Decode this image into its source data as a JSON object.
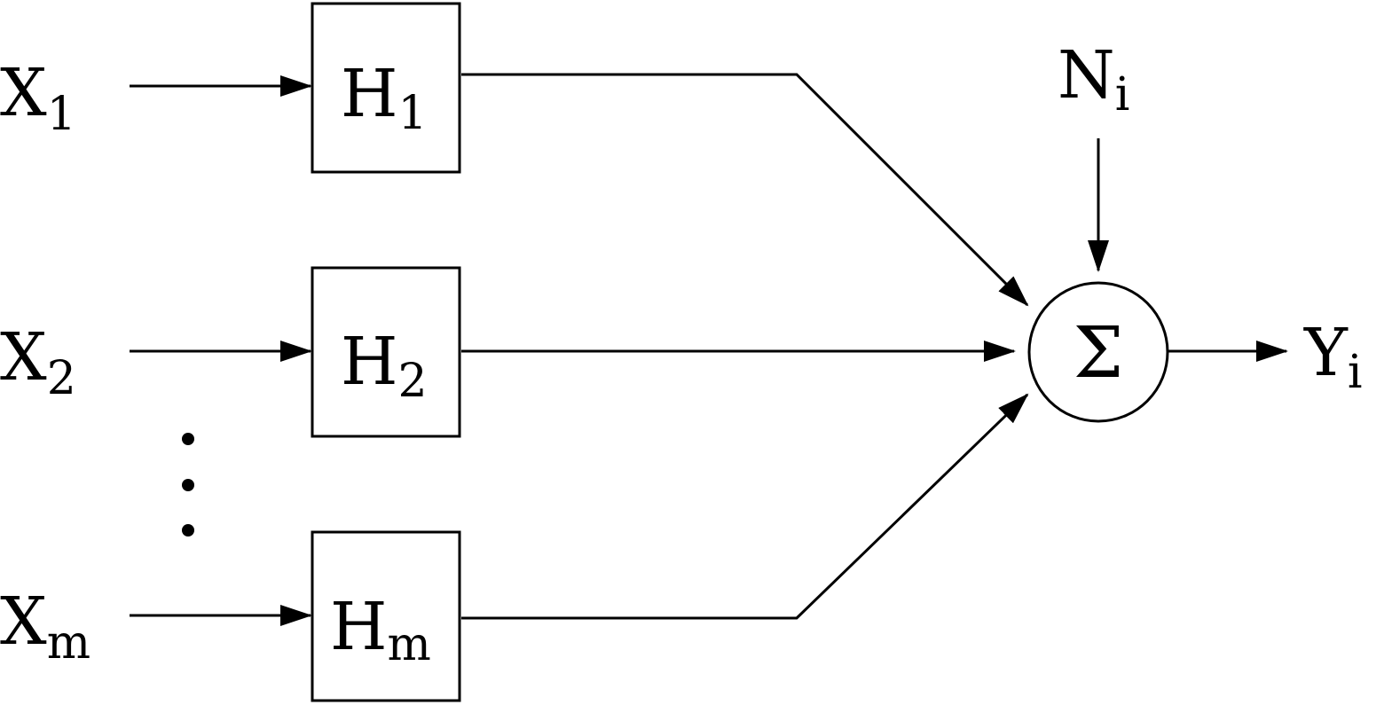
{
  "inputs": [
    {
      "base": "X",
      "sub": "1"
    },
    {
      "base": "X",
      "sub": "2"
    },
    {
      "base": "X",
      "sub": "m"
    }
  ],
  "blocks": [
    {
      "base": "H",
      "sub": "1"
    },
    {
      "base": "H",
      "sub": "2"
    },
    {
      "base": "H",
      "sub": "m"
    }
  ],
  "noise": {
    "base": "N",
    "sub": "i"
  },
  "summer": {
    "symbol": "Σ"
  },
  "output": {
    "base": "Y",
    "sub": "i"
  }
}
